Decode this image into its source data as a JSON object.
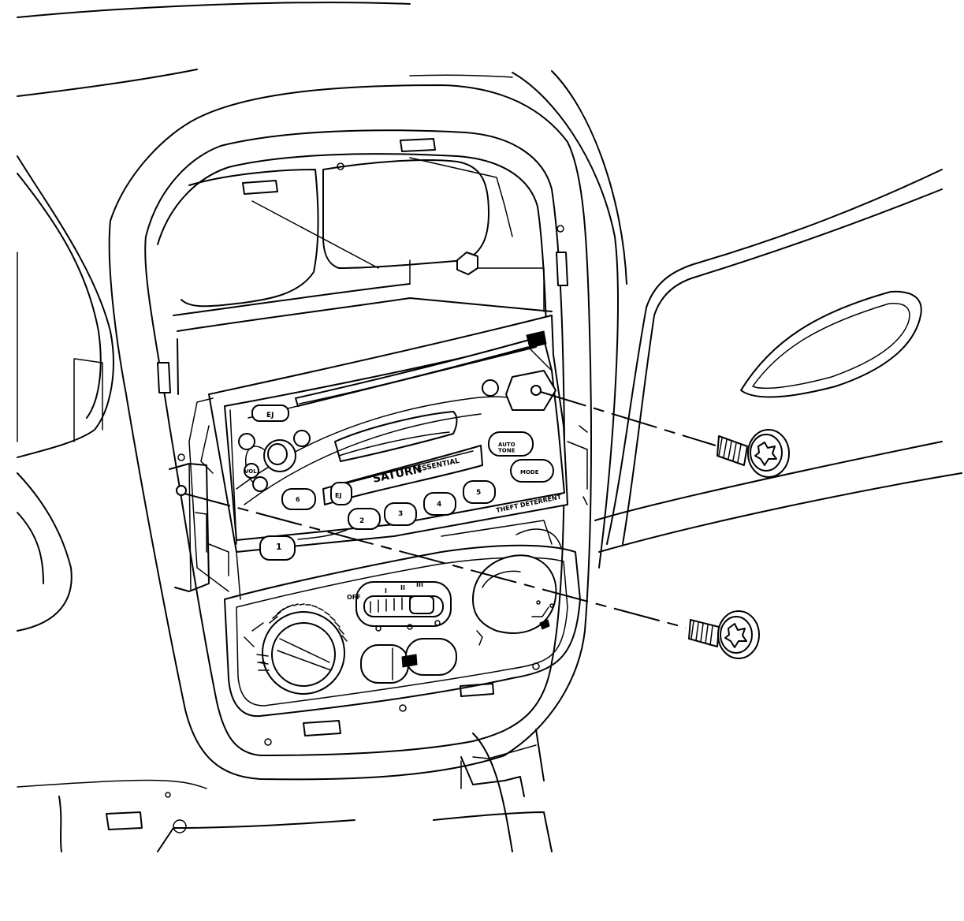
{
  "radio": {
    "brand_label": "SATURN",
    "model_label": "ESSENTIAL",
    "theft_label": "THEFT DETERRENT",
    "eject_label": "EJ",
    "tape_eject_label": "EJ",
    "vol_label": "VOL",
    "auto_tone_label": "AUTO\nTONE",
    "mode_label": "MODE",
    "preset_labels": [
      "1",
      "2",
      "3",
      "4",
      "5",
      "6"
    ]
  },
  "climate": {
    "fan_labels": [
      "OFF",
      "I",
      "II",
      "III"
    ]
  },
  "colors": {
    "line": "#000000",
    "background": "#ffffff"
  }
}
